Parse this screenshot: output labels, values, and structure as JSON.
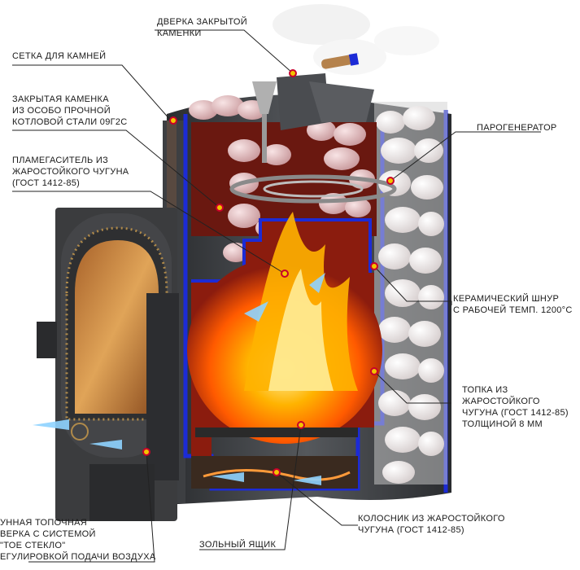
{
  "labels": {
    "stone_door": "ДВЕРКА ЗАКРЫТОЙ\nКАМЕНКИ",
    "stone_grid": "СЕТКА ДЛЯ КАМНЕЙ",
    "closed_heater": "ЗАКРЫТАЯ КАМЕНКА\nИЗ ОСОБО ПРОЧНОЙ\nКОТЛОВОЙ СТАЛИ 09Г2С",
    "flame_spreader": "ПЛАМЕГАСИТЕЛЬ ИЗ\nЖАРОСТОЙКОГО ЧУГУНА\n(ГОСТ 1412-85)",
    "steam_generator": "ПАРОГЕНЕРАТОР",
    "ceramic_cord": "КЕРАМИЧЕСКИЙ ШНУР\nС РАБОЧЕЙ ТЕМП. 1200°С",
    "firebox": "ТОПКА ИЗ\nЖАРОСТОЙКОГО\nЧУГУНА (ГОСТ 1412-85)\nТОЛЩИНОЙ 8 мм",
    "door": "УННАЯ ТОПОЧНАЯ\nВЕРКА С СИСТЕМОЙ\n\"ТОЕ СТЕКЛО\"\nЕГУЛИРОВКОЙ ПОДАЧИ ВОЗДУХА",
    "ash_box": "ЗОЛЬНЫЙ ЯЩИК",
    "grate": "КОЛОСНИК ИЗ ЖАРОСТОЙКОГО\nЧУГУНА (ГОСТ 1412-85)"
  },
  "colors": {
    "steel": "#3d3f42",
    "frame_blue": "#1c2bd6",
    "firebox_red": "#8b1c0e",
    "flame": "#ff8a00",
    "stone": "#e8c6c8",
    "glass": "#c98a3c",
    "marker": "#f2c400",
    "leader": "#222222"
  }
}
